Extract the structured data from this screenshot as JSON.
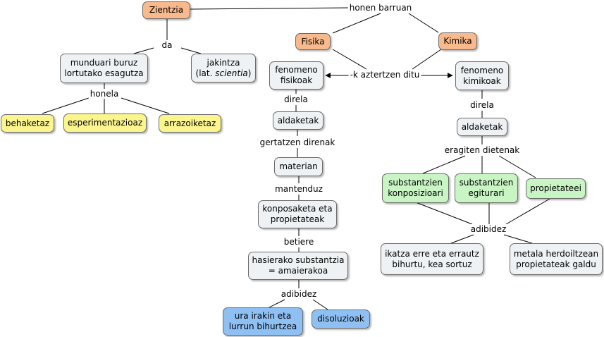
{
  "nodes": {
    "zientzia": "Zientzia",
    "fisika": "Fisika",
    "kimika": "Kimika",
    "munduari_1": "munduari buruz",
    "munduari_2": "lortutako esagutza",
    "jakintza_1": "jakintza",
    "jakintza_2a": "(lat. ",
    "jakintza_2b": "scientia",
    "jakintza_2c": ")",
    "behaketaz": "behaketaz",
    "esperimentazioaz": "esperimentazioaz",
    "arrazoiketaz": "arrazoiketaz",
    "fen_fisikoak_1": "fenomeno",
    "fen_fisikoak_2": "fisikoak",
    "fen_kimikoak_1": "fenomeno",
    "fen_kimikoak_2": "kimikoak",
    "aldaketak_l": "aldaketak",
    "aldaketak_r": "aldaketak",
    "materian": "materian",
    "konposaketa_1": "konposaketa eta",
    "konposaketa_2": "propietateak",
    "hasierako_1": "hasierako substantzia",
    "hasierako_2": "= amaierakoa",
    "ura_1": "ura irakin eta",
    "ura_2": "lurrun bihurtzea",
    "disoluzioak": "disoluzioak",
    "konpo_sub_1": "substantzien",
    "konpo_sub_2": "konposizioari",
    "egit_sub_1": "substantzien",
    "egit_sub_2": "egiturari",
    "propietateei": "propietateei",
    "ikatza_1": "ikatza erre eta errautz",
    "ikatza_2": "bihurtu, kea sortuz",
    "metala_1": "metala herdoiltzean",
    "metala_2": "propietateak galdu"
  },
  "labels": {
    "honen_barruan": "honen barruan",
    "da": "da",
    "honela": "honela",
    "k_aztertzen_ditu": "-k aztertzen ditu",
    "direla_l": "direla",
    "direla_r": "direla",
    "gertatzen_direnak": "gertatzen direnak",
    "mantenduz": "mantenduz",
    "betiere": "betiere",
    "adibidez_l": "adibidez",
    "eragiten_dietenak": "eragiten dietenak",
    "adibidez_r": "adibidez"
  },
  "colors": {
    "orange": "#f8b98c",
    "gray": "#eef2f4",
    "yellow": "#fbf58e",
    "green": "#c9f5c4",
    "blue": "#8ec0f4",
    "line": "#000000"
  }
}
